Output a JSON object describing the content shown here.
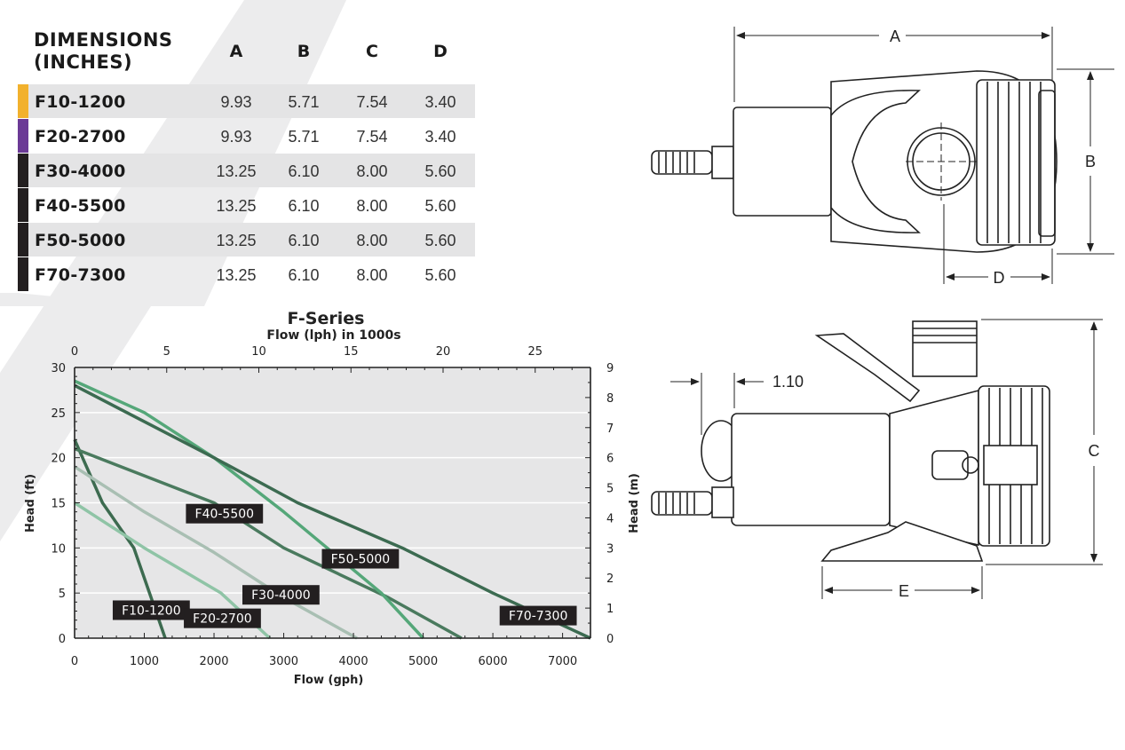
{
  "table": {
    "title_line1": "DIMENSIONS",
    "title_line2": "(INCHES)",
    "columns": [
      "A",
      "B",
      "C",
      "D"
    ],
    "rows": [
      {
        "model": "F10-1200",
        "color": "#f2b12d",
        "values": [
          "9.93",
          "5.71",
          "7.54",
          "3.40"
        ]
      },
      {
        "model": "F20-2700",
        "color": "#6b3a96",
        "values": [
          "9.93",
          "5.71",
          "7.54",
          "3.40"
        ]
      },
      {
        "model": "F30-4000",
        "color": "#231f20",
        "values": [
          "13.25",
          "6.10",
          "8.00",
          "5.60"
        ]
      },
      {
        "model": "F40-5500",
        "color": "#231f20",
        "values": [
          "13.25",
          "6.10",
          "8.00",
          "5.60"
        ]
      },
      {
        "model": "F50-5000",
        "color": "#231f20",
        "values": [
          "13.25",
          "6.10",
          "8.00",
          "5.60"
        ]
      },
      {
        "model": "F70-7300",
        "color": "#231f20",
        "values": [
          "13.25",
          "6.10",
          "8.00",
          "5.60"
        ]
      }
    ]
  },
  "chart_data": {
    "type": "line",
    "title": "F-Series",
    "top_axis_label": "Flow (lph)  in 1000s",
    "xlabel": "Flow (gph)",
    "ylabel": "Head (ft)",
    "y2label": "Head (m)",
    "xlim": [
      0,
      7400
    ],
    "ylim": [
      0,
      30
    ],
    "top_xlim": [
      0,
      28
    ],
    "y2lim": [
      0,
      9
    ],
    "x_ticks": [
      "0",
      "1000",
      "2000",
      "3000",
      "4000",
      "5000",
      "6000",
      "7000"
    ],
    "y_ticks": [
      "0",
      "5",
      "10",
      "15",
      "20",
      "25",
      "30"
    ],
    "top_ticks": [
      "0",
      "5",
      "10",
      "15",
      "20",
      "25"
    ],
    "y2_ticks": [
      "0",
      "1",
      "2",
      "3",
      "4",
      "5",
      "6",
      "7",
      "8",
      "9"
    ],
    "grid": true,
    "series": [
      {
        "name": "F10-1200",
        "color": "#3d6b50",
        "x": [
          0,
          400,
          850,
          1300
        ],
        "y": [
          22,
          15,
          10,
          0
        ]
      },
      {
        "name": "F20-2700",
        "color": "#8fc4a6",
        "x": [
          0,
          500,
          1000,
          2100,
          2800
        ],
        "y": [
          15,
          12.5,
          10,
          5,
          0
        ]
      },
      {
        "name": "F30-4000",
        "color": "#a9bfb3",
        "x": [
          0,
          1000,
          2000,
          3000,
          4050
        ],
        "y": [
          19,
          14,
          9.5,
          4.5,
          0
        ]
      },
      {
        "name": "F40-5500",
        "color": "#4a7a5e",
        "x": [
          0,
          2000,
          3000,
          4500,
          5550
        ],
        "y": [
          21,
          15,
          10,
          4.5,
          0
        ]
      },
      {
        "name": "F50-5000",
        "color": "#55a779",
        "x": [
          0,
          1000,
          2000,
          3000,
          4400,
          5000
        ],
        "y": [
          28.5,
          25,
          20,
          14,
          5,
          0
        ]
      },
      {
        "name": "F70-7300",
        "color": "#3c6b51",
        "x": [
          0,
          2000,
          3200,
          4700,
          6000,
          7400
        ],
        "y": [
          28,
          20,
          15,
          10,
          5,
          0
        ]
      }
    ],
    "labels": [
      {
        "text": "F40-5500",
        "x": 2150,
        "y": 13.8
      },
      {
        "text": "F50-5000",
        "x": 4100,
        "y": 8.8
      },
      {
        "text": "F30-4000",
        "x": 2960,
        "y": 4.8
      },
      {
        "text": "F10-1200",
        "x": 1100,
        "y": 3.1
      },
      {
        "text": "F20-2700",
        "x": 2120,
        "y": 2.2
      },
      {
        "text": "F70-7300",
        "x": 6650,
        "y": 2.5
      }
    ]
  },
  "drawings": {
    "dim_a": "A",
    "dim_b": "B",
    "dim_c": "C",
    "dim_d": "D",
    "dim_e": "E",
    "dim_offset": "1.10"
  }
}
